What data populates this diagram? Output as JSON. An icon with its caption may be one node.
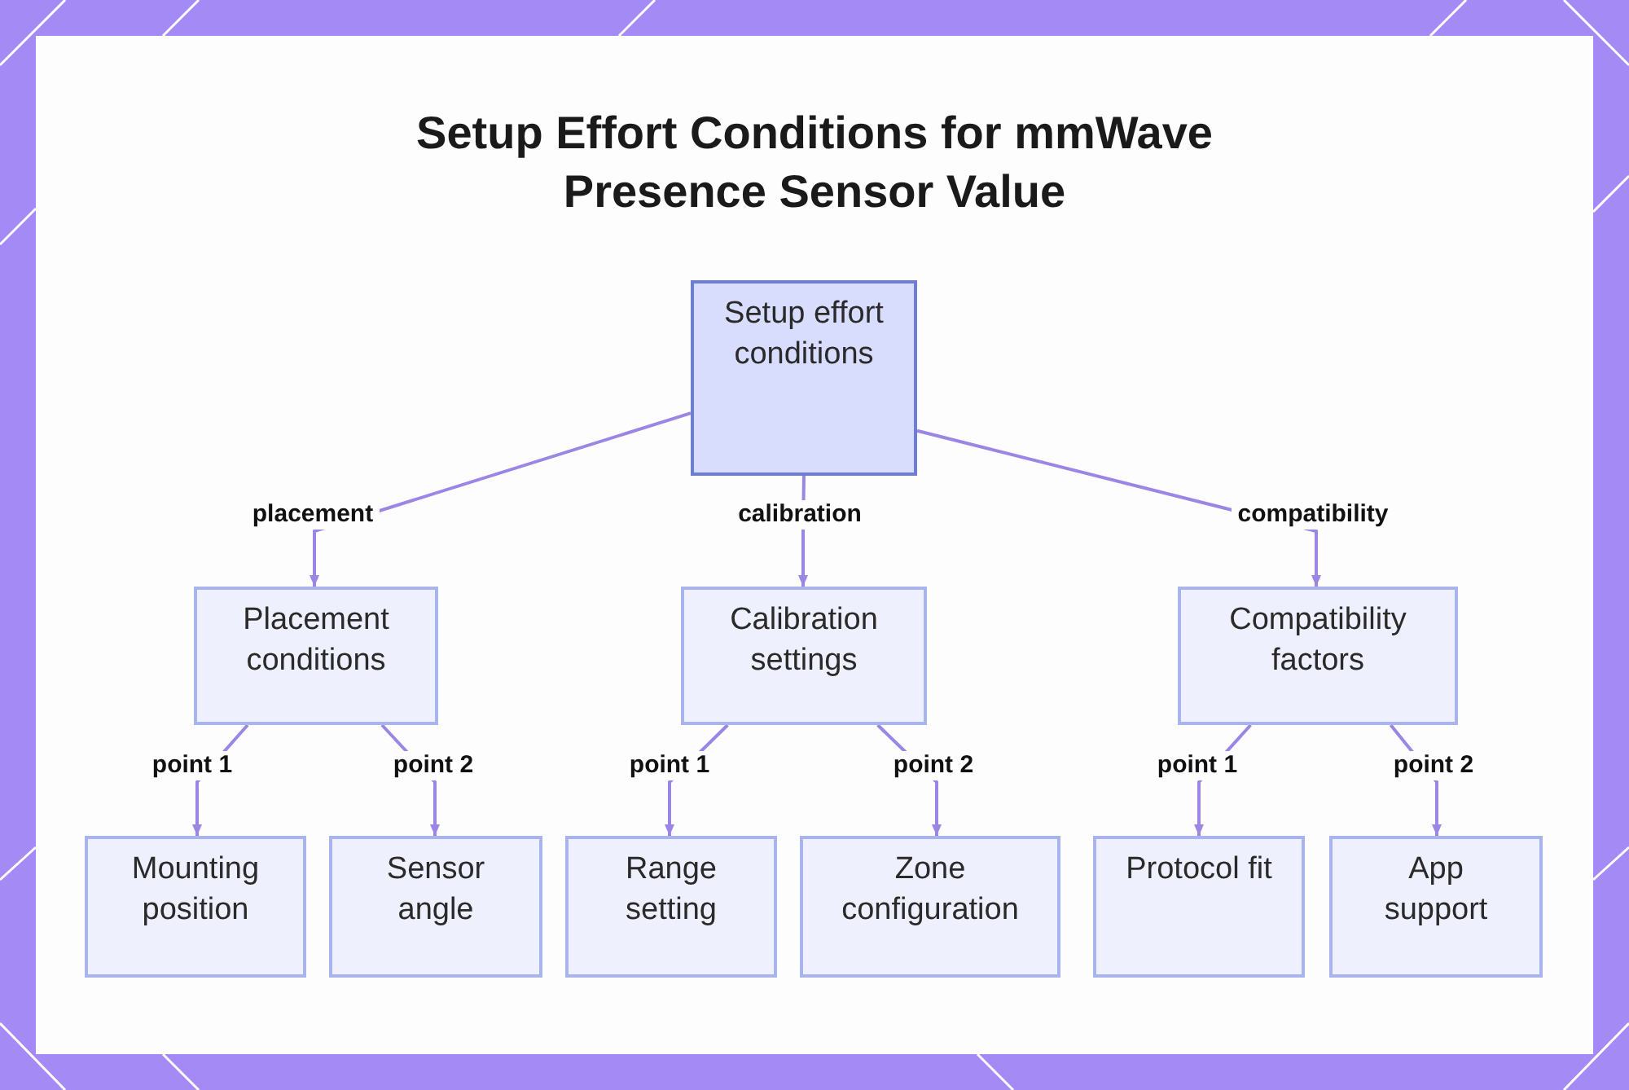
{
  "diagram": {
    "title": "Setup Effort Conditions for mmWave Presence Sensor Value",
    "nodes": [
      {
        "text": [
          "Setup effort conditions"
        ]
      },
      {
        "text": [
          "Placement conditions"
        ]
      },
      {
        "text": [
          "Calibration settings"
        ]
      },
      {
        "text": [
          "Compatibility factors"
        ]
      },
      {
        "text": [
          "Mounting position"
        ]
      },
      {
        "text": [
          "Sensor angle"
        ]
      },
      {
        "text": [
          "Range setting"
        ]
      },
      {
        "text": [
          "Zone configuration"
        ]
      },
      {
        "text": [
          "Protocol fit"
        ]
      },
      {
        "text": [
          "App support"
        ]
      }
    ],
    "edges": [
      {
        "from": 0,
        "to": 1,
        "arrow": "to",
        "label": "placement"
      },
      {
        "from": 0,
        "to": 2,
        "arrow": "to",
        "label": "calibration"
      },
      {
        "from": 0,
        "to": 3,
        "arrow": "to",
        "label": "compatibility"
      },
      {
        "from": 1,
        "to": 4,
        "arrow": "to",
        "label": "point 1"
      },
      {
        "from": 1,
        "to": 5,
        "arrow": "to",
        "label": "point 2"
      },
      {
        "from": 2,
        "to": 6,
        "arrow": "to",
        "label": "point 1"
      },
      {
        "from": 2,
        "to": 7,
        "arrow": "to",
        "label": "point 2"
      },
      {
        "from": 3,
        "to": 8,
        "arrow": "to",
        "label": "point 1"
      },
      {
        "from": 3,
        "to": 9,
        "arrow": "to",
        "label": "point 2"
      }
    ]
  }
}
